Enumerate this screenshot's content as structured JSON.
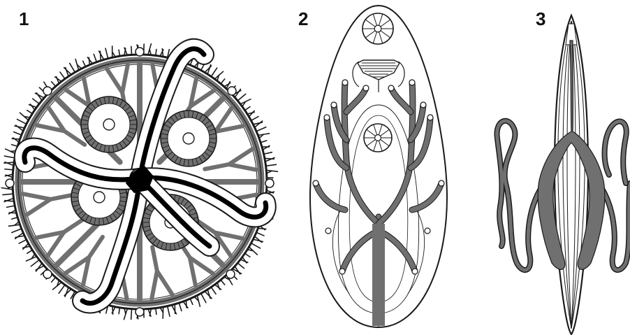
{
  "panels": [
    {
      "label": "1"
    },
    {
      "label": "2"
    },
    {
      "label": "3"
    }
  ],
  "colors": {
    "background": "#ffffff",
    "outline": "#1a1a1a",
    "fill_gray": "#707070",
    "fill_dark": "#000000",
    "fill_light": "#ffffff"
  }
}
